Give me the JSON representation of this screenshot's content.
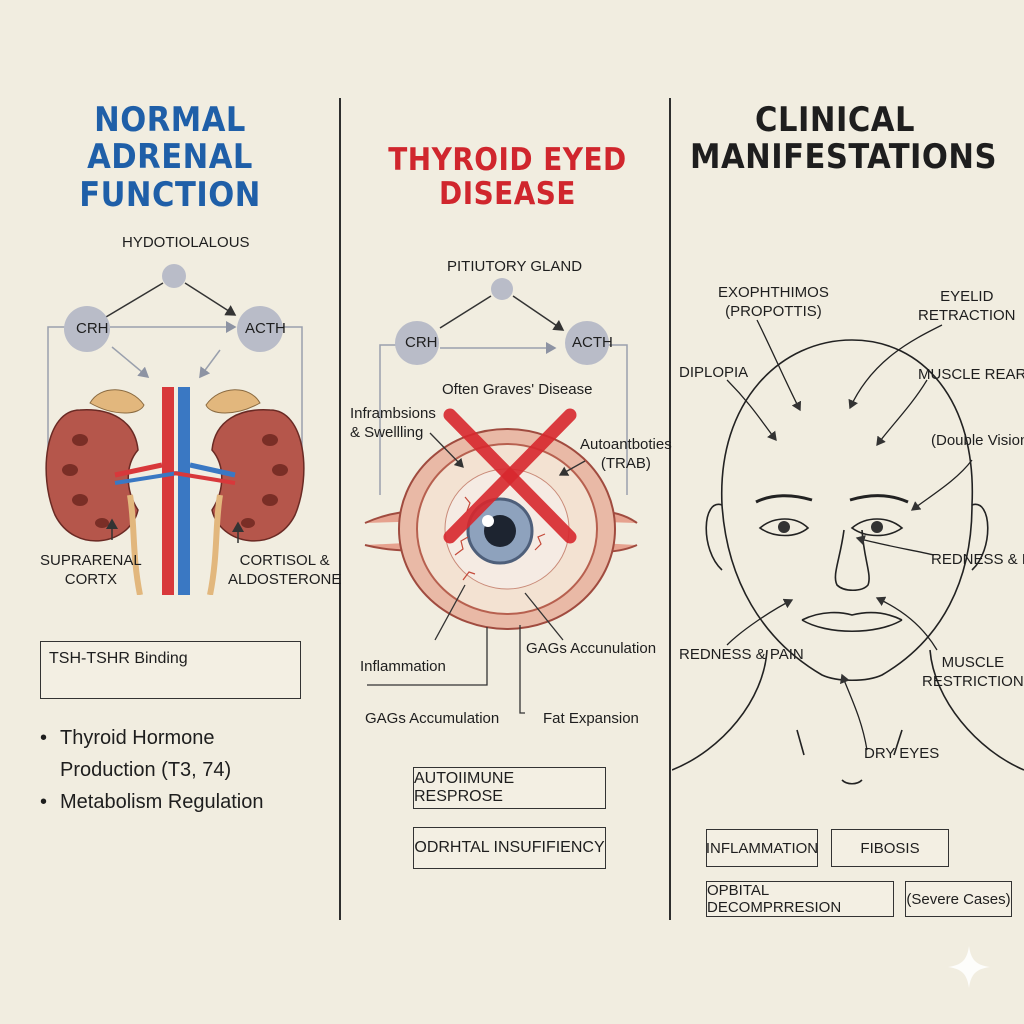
{
  "panels": {
    "left": {
      "title_line1": "NORMAL",
      "title_line2": "ADRENAL FUNCTION",
      "title_color": "#1f5fa8",
      "top_node_label": "HYDOTIOLALOUS",
      "node_crh": "CRH",
      "node_acth": "ACTH",
      "label_left": "SUPRARENAL\nCORTX",
      "label_right": "CORTISOL &\nALDOSTERONE",
      "box_text": "TSH-TSHR Binding",
      "bullets": [
        "Thyroid Hormone\nProduction (T3, 74)",
        "Metabolism Regulation"
      ]
    },
    "middle": {
      "title": "THYROID EYED DISEASE",
      "title_color": "#d0262d",
      "top_node_label": "PITIUTORY GLAND",
      "node_crh": "CRH",
      "node_acth": "ACTH",
      "label_graves": "Often Graves' Disease",
      "label_inflam_swell": "Inframbsions\n& Swellling",
      "label_autoantibodies": "Autoantboties\n(TRAB)",
      "label_inflammation": "Inflammation",
      "label_gags_right": "GAGs Accunulation",
      "label_gags_bottom": "GAGs Accumulation",
      "label_fat": "Fat Expansion",
      "box1": "AUTOIIMUNE RESPROSE",
      "box2": "ODRHTAL INSUFIFIENCY"
    },
    "right": {
      "title_line1": "CLINICAL",
      "title_line2": "MANIFESTATIONS",
      "label_exoph": "EXOPHTHIMOS\n(Propottis)",
      "label_eyelid": "EYELID\nRETRACTION",
      "label_diplopia": "DIPLOPIA",
      "label_muscle_react": "MUSCLE REARCTIE",
      "label_double": "(Double Vision)",
      "label_redness_right": "REDNESS & PAIN",
      "label_redness_left": "REDNESS & PAIN",
      "label_muscle_restr": "MUSCLE\nRESTRICTION",
      "label_dry": "DRY EYES",
      "box_inflammation": "INFLAMMATION",
      "box_fibosis": "FIBOSIS",
      "box_decomp": "OPBITAL DECOMPRRESION",
      "box_severe": "(Severe Cases)"
    }
  },
  "colors": {
    "kidney": "#b5564b",
    "artery": "#d8383b",
    "vein": "#3a78c3",
    "gland": "#e2b77d",
    "node": "#b9bcc8",
    "cross": "#d8282e"
  }
}
